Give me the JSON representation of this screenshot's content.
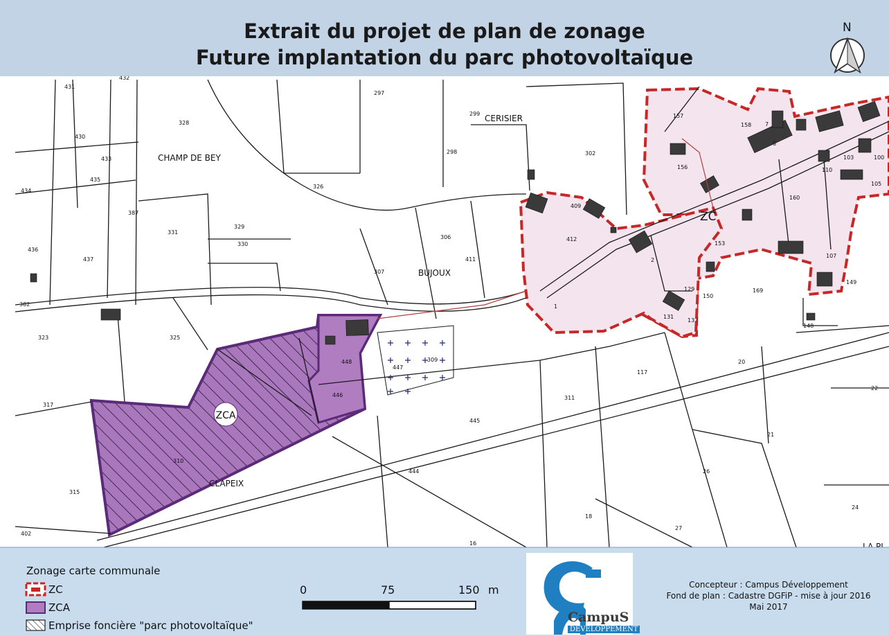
{
  "title": {
    "line1": "Extrait du projet de plan de zonage",
    "line2": "Future implantation du parc photovoltaïque"
  },
  "north": {
    "label": "N",
    "icon": "north-arrow-icon"
  },
  "places": {
    "champ_de_bey": "CHAMP DE BEY",
    "cerisier": "CERISIER",
    "bujoux": "BUJOUX",
    "clapeix": "CLAPEIX",
    "la_pl": "LA PL"
  },
  "zones": {
    "zc": "ZC",
    "zca": "ZCA"
  },
  "parcels": {
    "p431": "431",
    "p432": "432",
    "p430": "430",
    "p433": "433",
    "p328": "328",
    "p435": "435",
    "p434": "434",
    "p387": "387",
    "p331": "331",
    "p329": "329",
    "p330": "330",
    "p436": "436",
    "p437": "437",
    "p326": "326",
    "p297": "297",
    "p299": "299",
    "p298": "298",
    "p302": "302",
    "p306": "306",
    "p307": "307",
    "p411": "411",
    "p409": "409",
    "p412": "412",
    "p1": "1",
    "p2": "2",
    "p157": "157",
    "p156": "156",
    "p158": "158",
    "p7": "7",
    "p6": "6",
    "p110": "110",
    "p103": "103",
    "p100": "100",
    "p105": "105",
    "p160": "160",
    "p153": "153",
    "p107": "107",
    "p149": "149",
    "p169": "169",
    "p150": "150",
    "p129": "129",
    "p131": "131",
    "p132": "132",
    "p148": "148",
    "p382": "382",
    "p323": "323",
    "p325": "325",
    "p448": "448",
    "p446": "446",
    "p447": "447",
    "p309": "309",
    "p117": "117",
    "p20": "20",
    "p22": "22",
    "p317": "317",
    "p311": "311",
    "p445": "445",
    "p21": "21",
    "p315": "315",
    "p444": "444",
    "p26": "26",
    "p402": "402",
    "p16": "16",
    "p18": "18",
    "p27": "27",
    "p24": "24",
    "p310": "310"
  },
  "legend": {
    "title": "Zonage carte communale",
    "items": [
      {
        "swatch": "zc-swatch",
        "label": "ZC"
      },
      {
        "swatch": "zca-swatch",
        "label": "ZCA"
      },
      {
        "swatch": "hatch-swatch",
        "label": "Emprise foncière \"parc photovoltaïque\""
      }
    ]
  },
  "scale": {
    "labels": [
      "0",
      "75",
      "150"
    ],
    "unit": "m"
  },
  "logo": {
    "line1": "CampuS",
    "line2": "DÉVELOPPEMENT"
  },
  "credits": {
    "line1": "Concepteur : Campus Développement",
    "line2": "Fond de plan :  Cadastre DGFiP - mise à jour 2016",
    "line3": "Mai 2017"
  },
  "colors": {
    "header_band": "#b9cde3",
    "footer_band": "#c9dcee",
    "zc_border": "#c62828",
    "zc_fill": "#f4e4ee",
    "zca_fill": "#b07ec0",
    "zca_border": "#5b2a79",
    "logo_blue": "#1f7fc0"
  }
}
